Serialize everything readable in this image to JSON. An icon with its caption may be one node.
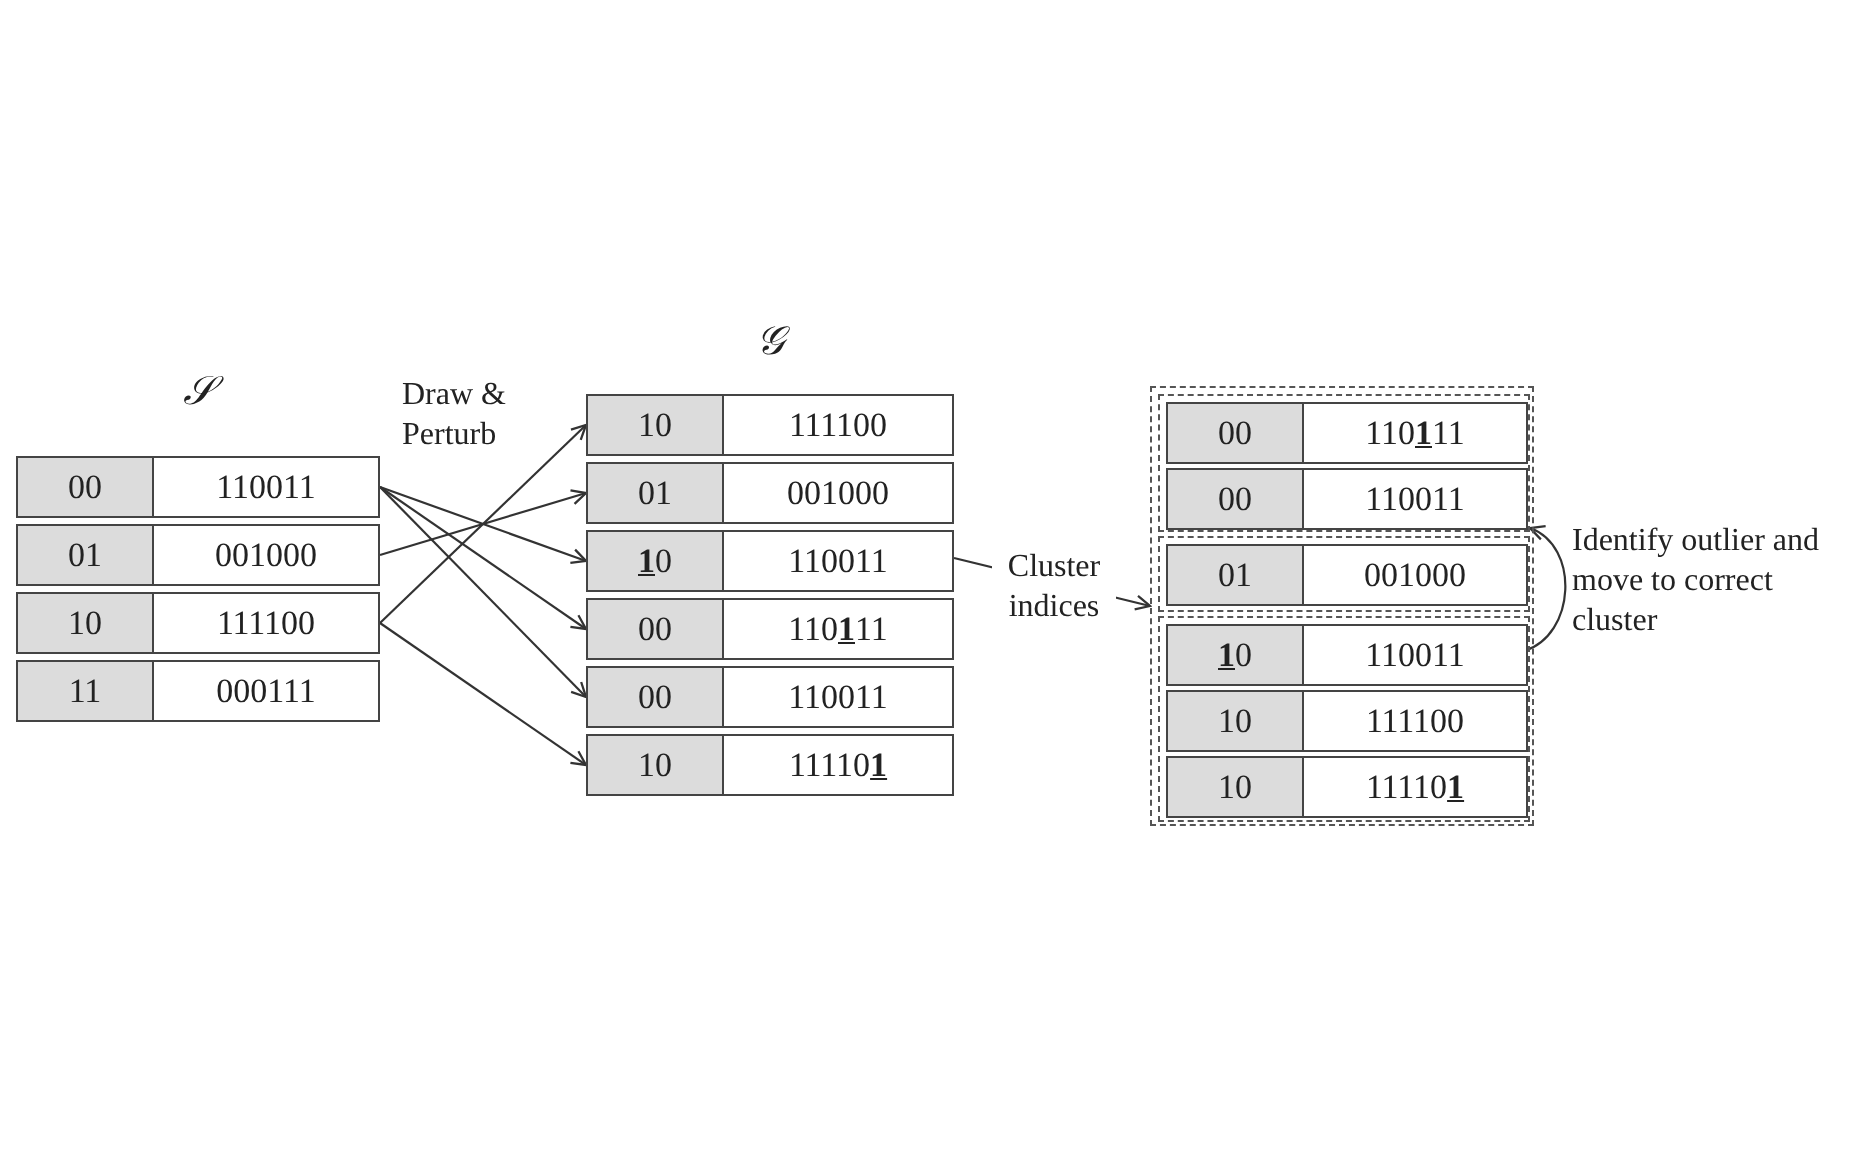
{
  "diagram": {
    "nodes": [
      {
        "text": [
          "𝒮"
        ]
      },
      {
        "text": [
          "00",
          "110011"
        ],
        "in": 0
      },
      {
        "text": [
          "01",
          "001000"
        ],
        "in": 0
      },
      {
        "text": [
          "10",
          "111100"
        ],
        "in": 0
      },
      {
        "text": [
          "11",
          "000111"
        ],
        "in": 0
      },
      {
        "text": [
          "𝒢"
        ]
      },
      {
        "text": [
          "10",
          "111100"
        ],
        "in": 5
      },
      {
        "text": [
          "01",
          "001000"
        ],
        "in": 5
      },
      {
        "text": [
          "**1**0",
          "110011"
        ],
        "in": 5
      },
      {
        "text": [
          "00",
          "110**1**11"
        ],
        "in": 5
      },
      {
        "text": [
          "00",
          "110011"
        ],
        "in": 5
      },
      {
        "text": [
          "10",
          "11110**1**"
        ],
        "in": 5
      },
      {
        "text": [],
        "shape": "box"
      },
      {
        "text": [],
        "shape": "box",
        "in": 12
      },
      {
        "text": [
          "00",
          "110**1**11"
        ],
        "in": 13
      },
      {
        "text": [
          "00",
          "110011"
        ],
        "in": 13
      },
      {
        "text": [],
        "shape": "box",
        "in": 12
      },
      {
        "text": [
          "01",
          "001000"
        ],
        "in": 16
      },
      {
        "text": [],
        "shape": "box",
        "in": 12
      },
      {
        "text": [
          "**1**0",
          "110011"
        ],
        "in": 18
      },
      {
        "text": [
          "10",
          "111100"
        ],
        "in": 18
      },
      {
        "text": [
          "10",
          "11110**1**"
        ],
        "in": 18
      }
    ],
    "edges": [
      {
        "from": 1,
        "to": 8,
        "arrow": "to"
      },
      {
        "from": 1,
        "to": 9,
        "arrow": "to"
      },
      {
        "from": 1,
        "to": 10,
        "arrow": "to"
      },
      {
        "from": 2,
        "to": 7,
        "arrow": "to"
      },
      {
        "from": 3,
        "to": 6,
        "arrow": "to"
      },
      {
        "from": 3,
        "to": 11,
        "arrow": "to"
      },
      {
        "from": 5,
        "to": 12,
        "arrow": "to",
        "label": "Cluster indices"
      },
      {
        "from": 19,
        "to": 13,
        "arrow": "to",
        "label": "Identify outlier and move to correct cluster"
      }
    ],
    "labels": [
      "Draw & Perturb"
    ]
  }
}
